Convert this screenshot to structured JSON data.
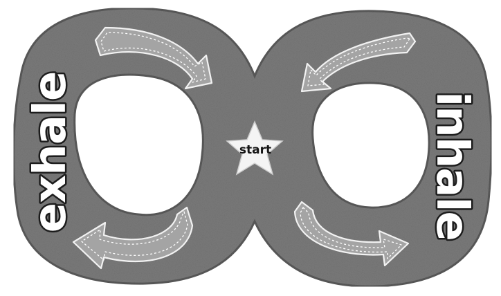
{
  "labels": {
    "left_word": "exhale",
    "right_word": "inhale",
    "center": "start"
  },
  "colors": {
    "loop_fill": "#7a7a7a",
    "loop_edge": "#5a5a5a",
    "arrow_fill": "#a4a4a4",
    "arrow_outline": "#f2f2f2",
    "star_fill": "#f4f4f4",
    "word_fill": "#ffffff",
    "word_outline": "#1c1c1c"
  },
  "icons": {
    "center": "star-icon",
    "direction": "arrow-icon"
  }
}
